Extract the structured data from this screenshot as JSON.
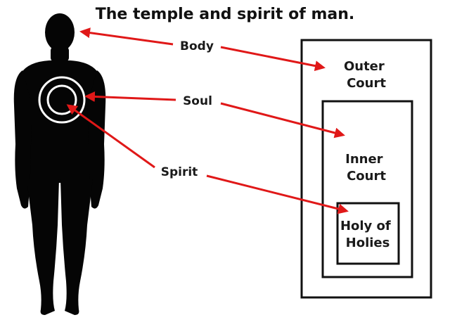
{
  "diagram": {
    "title": "The temple and spirit of man.",
    "labels": {
      "body": "Body",
      "soul": "Soul",
      "spirit": "Spirit"
    },
    "rooms": {
      "outer_court": [
        "Outer",
        "Court"
      ],
      "inner_court": [
        "Inner",
        "Court"
      ],
      "holy_of_holies": [
        "Holy of",
        "Holies"
      ]
    },
    "colors": {
      "arrow": "#e01818",
      "figure": "#050505",
      "outline": "#111111",
      "background": "#ffffff"
    },
    "icons": {
      "figure": "human-silhouette-icon",
      "rings": "concentric-circles-icon"
    }
  }
}
